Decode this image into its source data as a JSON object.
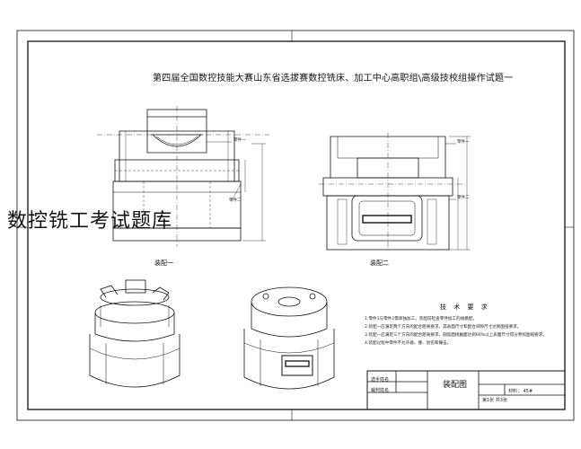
{
  "drawing": {
    "title": "第四届全国数控技能大赛山东省选拔赛数控铣床、加工中心高职组\\高级技校组操作试题一",
    "watermark": "数控铣工考试题库"
  },
  "views": {
    "assembly1_caption": "装配一",
    "assembly2_caption": "装配二",
    "assembly1_part_labels": [
      "零件一",
      "零件二"
    ],
    "assembly2_part_labels": [
      "零件一",
      "零件二"
    ]
  },
  "technical_requirements": {
    "title": "技 术 要 求",
    "notes": [
      "1.零件1与零件2需单独加工，装配前检查零件加工的规模配。",
      "2.装配一应满足两个方向的配合距离要求，其表面尺寸和配合间隙尺寸达到图纸要求。",
      "3.装配一应满足三个方向的配合距离要求，圆弧面接触面达到60%以上表面尺寸得分参照图纸要求。",
      "4.装配过程中零件不允许碰、撞、划伤和锤击。"
    ]
  },
  "title_block": {
    "drawing_name": "装配图",
    "row_a": "选手姓名",
    "row_b": "裁判姓名",
    "material": "材料： 45#",
    "sheet": "第1张 共3张"
  }
}
